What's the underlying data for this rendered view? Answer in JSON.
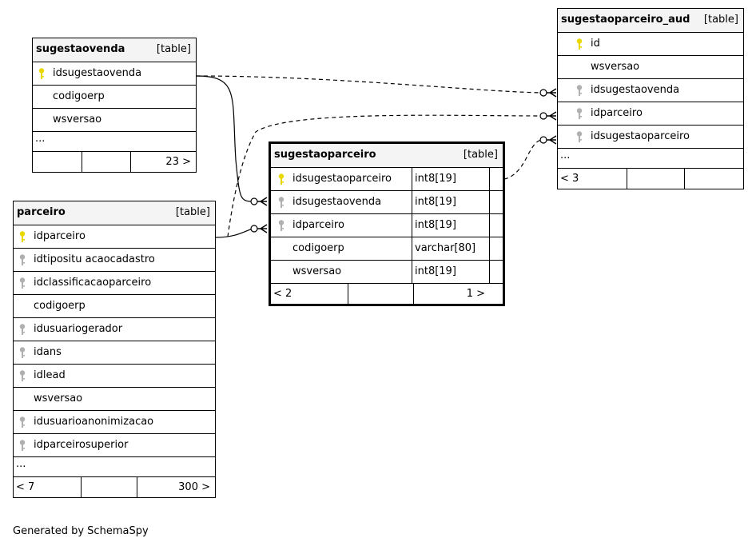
{
  "tables": {
    "sugestaovenda": {
      "name": "sugestaovenda",
      "type": "[table]",
      "columns": [
        {
          "name": "idsugestaovenda",
          "key": "primary"
        },
        {
          "name": "codigoerp",
          "key": "none"
        },
        {
          "name": "wsversao",
          "key": "none"
        }
      ],
      "ellipsis": "...",
      "footer": {
        "parents": "",
        "middle": "",
        "children": "23 >"
      }
    },
    "parceiro": {
      "name": "parceiro",
      "type": "[table]",
      "columns": [
        {
          "name": "idparceiro",
          "key": "primary"
        },
        {
          "name": "idtipositu acaocadastro",
          "key": "foreign"
        },
        {
          "name": "idclassificacaoparceiro",
          "key": "foreign"
        },
        {
          "name": "codigoerp",
          "key": "none"
        },
        {
          "name": "idusuariogerador",
          "key": "foreign"
        },
        {
          "name": "idans",
          "key": "foreign"
        },
        {
          "name": "idlead",
          "key": "foreign"
        },
        {
          "name": "wsversao",
          "key": "none"
        },
        {
          "name": "idusuarioanonimizacao",
          "key": "foreign"
        },
        {
          "name": "idparceirosuperior",
          "key": "foreign"
        }
      ],
      "ellipsis": "...",
      "footer": {
        "parents": "< 7",
        "middle": "",
        "children": "300 >"
      }
    },
    "sugestaoparceiro": {
      "name": "sugestaoparceiro",
      "type": "[table]",
      "columns": [
        {
          "name": "idsugestaoparceiro",
          "type": "int8[19]",
          "key": "primary"
        },
        {
          "name": "idsugestaovenda",
          "type": "int8[19]",
          "key": "foreign"
        },
        {
          "name": "idparceiro",
          "type": "int8[19]",
          "key": "foreign"
        },
        {
          "name": "codigoerp",
          "type": "varchar[80]",
          "key": "none"
        },
        {
          "name": "wsversao",
          "type": "int8[19]",
          "key": "none"
        }
      ],
      "footer": {
        "parents": "< 2",
        "middle": "",
        "children": "1 >"
      }
    },
    "sugestaoparceiro_aud": {
      "name": "sugestaoparceiro_aud",
      "type": "[table]",
      "columns": [
        {
          "name": "id",
          "key": "primary"
        },
        {
          "name": "wsversao",
          "key": "none"
        },
        {
          "name": "idsugestaovenda",
          "key": "foreign"
        },
        {
          "name": "idparceiro",
          "key": "foreign"
        },
        {
          "name": "idsugestaoparceiro",
          "key": "foreign"
        }
      ],
      "ellipsis": "...",
      "footer": {
        "parents": "< 3",
        "middle": "",
        "children": ""
      }
    }
  },
  "relationships": [
    {
      "from": "sugestaovenda.idsugestaovenda",
      "to": "sugestaoparceiro.idsugestaovenda",
      "style": "solid"
    },
    {
      "from": "parceiro.idparceiro",
      "to": "sugestaoparceiro.idparceiro",
      "style": "solid"
    },
    {
      "from": "sugestaovenda.idsugestaovenda",
      "to": "sugestaoparceiro_aud.idsugestaovenda",
      "style": "dashed"
    },
    {
      "from": "parceiro.idparceiro",
      "to": "sugestaoparceiro_aud.idparceiro",
      "style": "dashed"
    },
    {
      "from": "sugestaoparceiro.idsugestaoparceiro",
      "to": "sugestaoparceiro_aud.idsugestaoparceiro",
      "style": "dashed"
    }
  ],
  "colors": {
    "primary_key": "#e8d800",
    "foreign_key": "#b0b0b0",
    "header_bg": "#f4f4f4"
  },
  "generated_by": "Generated by SchemaSpy"
}
